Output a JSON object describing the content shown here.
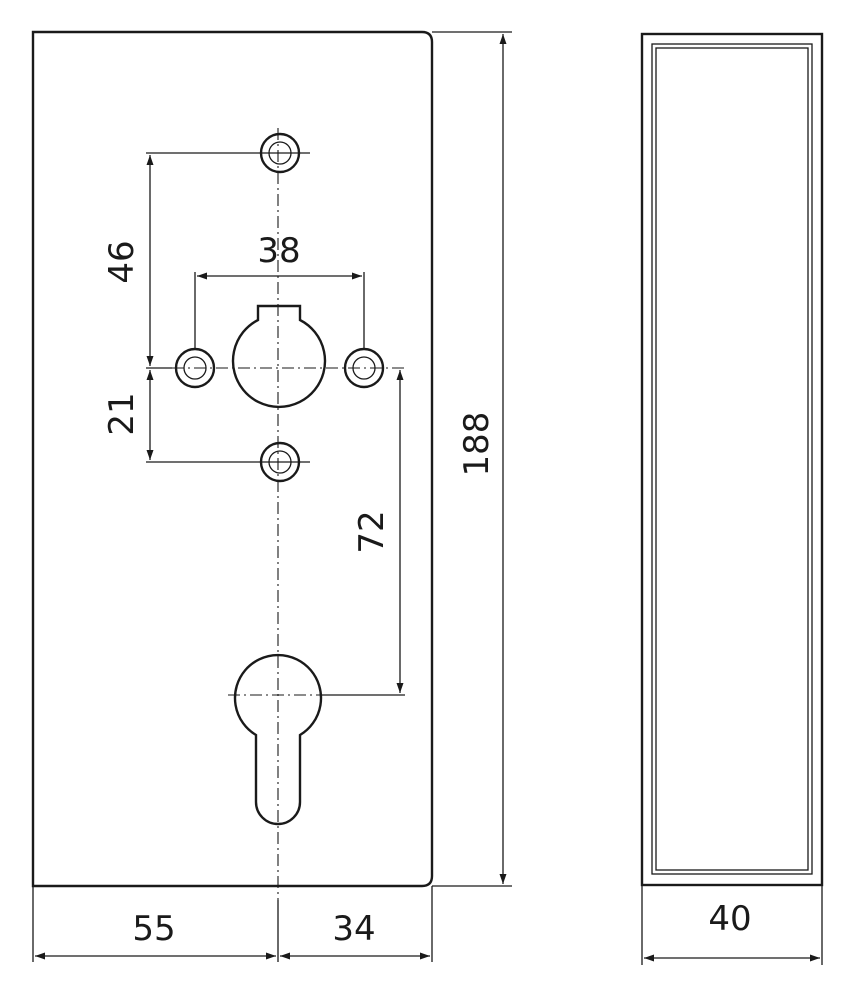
{
  "dimensions": {
    "hole_spacing_vertical_upper": "46",
    "hole_spacing_horizontal": "38",
    "hole_spacing_vertical_lower": "21",
    "cylinder_distance": "72",
    "total_height": "188",
    "width_left": "55",
    "width_right": "34",
    "depth": "40"
  }
}
